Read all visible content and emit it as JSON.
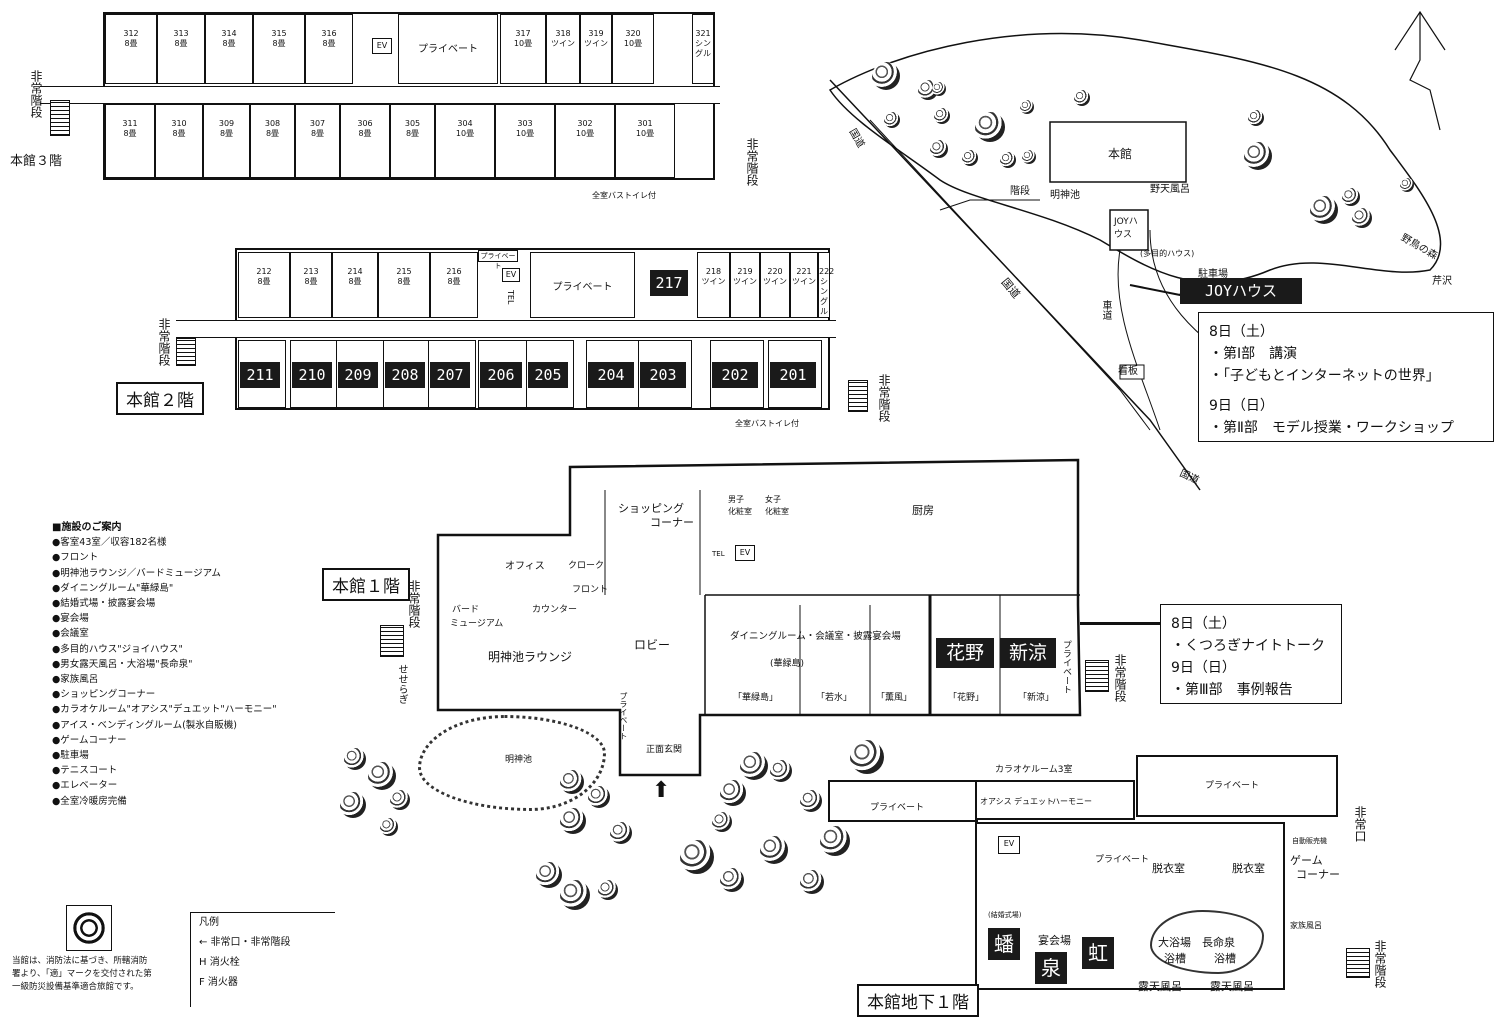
{
  "floor3": {
    "title": "本館３階",
    "note": "全室バストイレ付",
    "private": "プライベート",
    "ev": "EV",
    "emergency_left": "非常階段",
    "emergency_right": "非常階段",
    "top_rooms": [
      {
        "no": "312",
        "type": "8畳"
      },
      {
        "no": "313",
        "type": "8畳"
      },
      {
        "no": "314",
        "type": "8畳"
      },
      {
        "no": "315",
        "type": "8畳"
      },
      {
        "no": "316",
        "type": "8畳"
      },
      {
        "no": "317",
        "type": "10畳"
      },
      {
        "no": "318",
        "type": "ツイン"
      },
      {
        "no": "319",
        "type": "ツイン"
      },
      {
        "no": "320",
        "type": "10畳"
      },
      {
        "no": "321",
        "type": "シングル"
      }
    ],
    "bottom_rooms": [
      {
        "no": "311",
        "type": "8畳"
      },
      {
        "no": "310",
        "type": "8畳"
      },
      {
        "no": "309",
        "type": "8畳"
      },
      {
        "no": "308",
        "type": "8畳"
      },
      {
        "no": "307",
        "type": "8畳"
      },
      {
        "no": "306",
        "type": "8畳"
      },
      {
        "no": "305",
        "type": "8畳"
      },
      {
        "no": "304",
        "type": "10畳"
      },
      {
        "no": "303",
        "type": "10畳"
      },
      {
        "no": "302",
        "type": "10畳"
      },
      {
        "no": "301",
        "type": "10畳"
      }
    ]
  },
  "floor2": {
    "title": "本館２階",
    "note": "全室バストイレ付",
    "private": "プライベート",
    "private_small": "プライベート",
    "ev": "EV",
    "tel": "TEL",
    "emergency_left": "非常階段",
    "emergency_right": "非常階段",
    "top_rooms": [
      {
        "no": "212",
        "type": "8畳"
      },
      {
        "no": "213",
        "type": "8畳"
      },
      {
        "no": "214",
        "type": "8畳"
      },
      {
        "no": "215",
        "type": "8畳"
      },
      {
        "no": "216",
        "type": "8畳"
      },
      {
        "no": "218",
        "type": "ツイン"
      },
      {
        "no": "219",
        "type": "ツイン"
      },
      {
        "no": "220",
        "type": "ツイン"
      },
      {
        "no": "221",
        "type": "ツイン"
      },
      {
        "no": "222",
        "type": "シングル"
      }
    ],
    "room_217": "217",
    "bottom_rooms": [
      "211",
      "210",
      "209",
      "208",
      "207",
      "206",
      "205",
      "204",
      "203",
      "202",
      "201"
    ]
  },
  "site_map": {
    "main_building": "本館",
    "joy_house_small": "JOYハウス",
    "multipurpose": "(多目的ハウス)",
    "stairs": "階段",
    "myojin_pond": "明神池",
    "outdoor_bath": "野天風呂",
    "parking": "駐車場",
    "joy_house_label": "JOYハウス",
    "signboard": "看板",
    "driveway": "車道",
    "road_left": "国道",
    "road_top": "国道",
    "road_bottom": "国道",
    "forest_path": "野鳥の森",
    "ashizawa": "芹沢",
    "north": "N"
  },
  "joy_info": {
    "day1": "8日（土）",
    "day1_items": [
      "・第Ⅰ部　講演",
      "・「子どもとインターネットの世界」"
    ],
    "day2": "9日（日）",
    "day2_items": [
      "・第Ⅱ部　モデル授業・ワークショップ"
    ]
  },
  "floor1": {
    "title": "本館１階",
    "kitchen": "厨房",
    "shopping": "ショッピング",
    "shopping2": "コーナー",
    "mens_wc": "男子",
    "mens_wc2": "化粧室",
    "womens_wc": "女子",
    "womens_wc2": "化粧室",
    "office": "オフィス",
    "cloak": "クローク",
    "front": "フロント",
    "counter": "カウンター",
    "bird_museum": "バード",
    "bird_museum2": "ミュージアム",
    "lounge": "明神池ラウンジ",
    "lobby": "ロビー",
    "dining": "ダイニングルーム・会議室・披露宴会場",
    "dining_sub": "(華緑島)",
    "rooms": [
      "「華緑島」",
      "「若水」",
      "「薫風」",
      "「花野」",
      "「新涼」"
    ],
    "hanano": "花野",
    "shinryo": "新涼",
    "private": "プライベート",
    "private_small": "プライベート",
    "entrance": "正面玄関",
    "emergency": "非常階段",
    "emergency_right": "非常階段",
    "seseragi": "せせらぎ",
    "pond": "明神池",
    "ev": "EV",
    "tel": "TEL"
  },
  "floor1_info": {
    "day1": "8日（土）",
    "day1_items": [
      "・くつろぎナイトトーク"
    ],
    "day2": "9日（日）",
    "day2_items": [
      "・第Ⅲ部　事例報告"
    ]
  },
  "basement": {
    "title": "本館地下１階",
    "karaoke": "カラオケルーム3室",
    "karaoke_rooms": [
      "オアシス",
      "デュエット",
      "ハーモニー"
    ],
    "private_left": "プライベート",
    "private_right": "プライベート",
    "private_mid": "プライベート",
    "dressing1": "脱衣室",
    "dressing2": "脱衣室",
    "game": "ゲーム",
    "game2": "コーナー",
    "vending": "自動販売機",
    "banquet": "宴会場",
    "kanji1": "蟠",
    "kanji2": "泉",
    "kanji3": "虹",
    "bath_left": "大浴場",
    "bath_left2": "浴槽",
    "bath_right": "長命泉",
    "bath_right2": "浴槽",
    "outdoor1": "露天風呂",
    "outdoor2": "露天風呂",
    "family_bath": "家族風呂",
    "ev": "EV",
    "emergency_exit": "非常口",
    "emergency": "非常階段",
    "wedding": "(結婚式場)"
  },
  "facilities": {
    "title": "■施設のご案内",
    "items": [
      "●客室43室／収容182名様",
      "●フロント",
      "●明神池ラウンジ／バードミュージアム",
      "●ダイニングルーム\"華緑島\"",
      "●結婚式場・披露宴会場",
      "●宴会場",
      "●会議室",
      "●多目的ハウス\"ジョイハウス\"",
      "●男女露天風呂・大浴場\"長命泉\"",
      "●家族風呂",
      "●ショッピングコーナー",
      "●カラオケルーム\"オアシス\"デュエット\"ハーモニー\"",
      "●アイス・ベンディングルーム(製氷自販機)",
      "●ゲームコーナー",
      "●駐車場",
      "●テニスコート",
      "●エレベーター",
      "●全室冷暖房完備"
    ]
  },
  "legend": {
    "title": "凡例",
    "items": [
      "← 非常口・非常階段",
      "H 消火栓",
      "F 消火器"
    ]
  },
  "fire_notice": "当館は、消防法に基づき、所轄消防署より、「適」マークを交付された第一級防災設備基準適合旅館です。"
}
